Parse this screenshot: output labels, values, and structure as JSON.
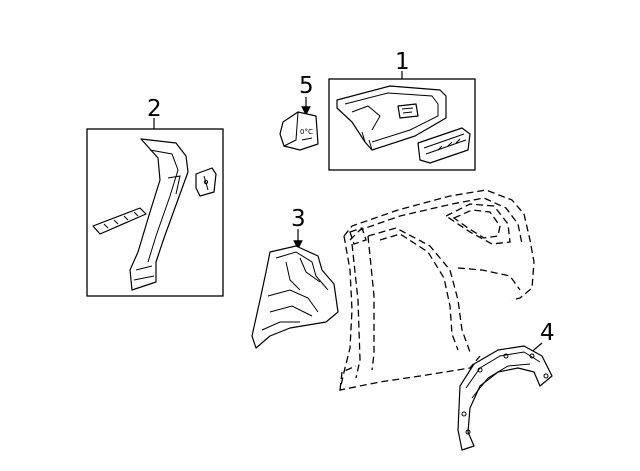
{
  "callouts": {
    "c1": "1",
    "c2": "2",
    "c3": "3",
    "c4": "4",
    "c5": "5"
  },
  "part_markings": {
    "bracket_text": "0°C"
  }
}
